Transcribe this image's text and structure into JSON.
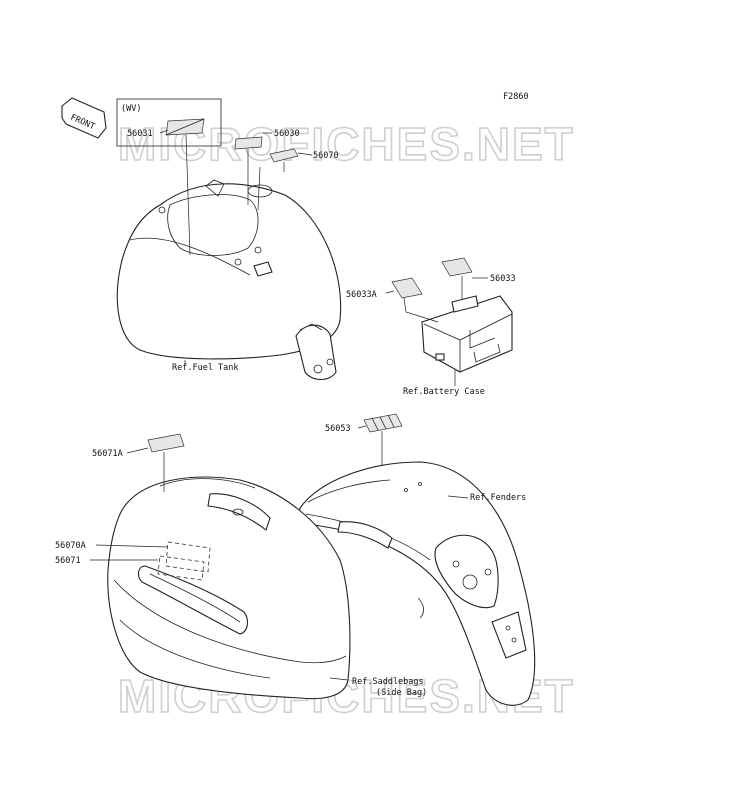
{
  "figure_code": "F2860",
  "watermark": "MICROFICHES.NET",
  "front_label": "FRONT",
  "variant_box_label": "(WV)",
  "parts": {
    "p56031": "56031",
    "p56030": "56030",
    "p56070": "56070",
    "p56033A": "56033A",
    "p56033": "56033",
    "p56053": "56053",
    "p56071A": "56071A",
    "p56070A": "56070A",
    "p56071": "56071"
  },
  "references": {
    "fuel_tank": "Ref.Fuel Tank",
    "battery_case": "Ref.Battery Case",
    "fenders": "Ref.Fenders",
    "saddlebags_line1": "Ref.Saddlebags",
    "saddlebags_line2": "(Side Bag)"
  }
}
